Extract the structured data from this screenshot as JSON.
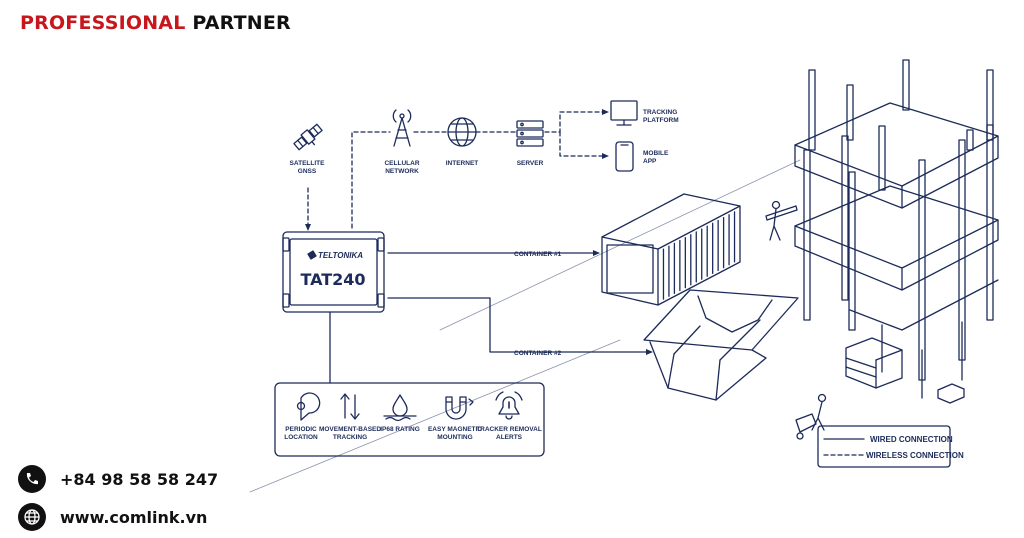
{
  "header": {
    "brand_part1": "PROFESSIONAL",
    "brand_part2": "PARTNER"
  },
  "contact": {
    "phone": "+84 98 58 58 247",
    "website": "www.comlink.vn"
  },
  "colors": {
    "brand_red": "#c8161d",
    "diagram_navy": "#1c2b5a",
    "text_dark": "#111111"
  },
  "diagram": {
    "satellite_line1": "SATELLITE",
    "satellite_line2": "GNSS",
    "cellular_line1": "CELLULAR",
    "cellular_line2": "NETWORK",
    "internet": "INTERNET",
    "server": "SERVER",
    "tracking_line1": "TRACKING",
    "tracking_line2": "PLATFORM",
    "mobile_line1": "MOBILE",
    "mobile_line2": "APP",
    "device_brand": "TELTONIKA",
    "device_model": "TAT240",
    "container1": "CONTAINER #1",
    "container2": "CONTAINER #2",
    "features": [
      {
        "line1": "PERIODIC",
        "line2": "LOCATION",
        "icon": "location-pin-icon"
      },
      {
        "line1": "MOVEMENT-BASED",
        "line2": "TRACKING",
        "icon": "movement-arrows-icon"
      },
      {
        "line1": "IP68 RATING",
        "line2": "",
        "icon": "water-drop-icon"
      },
      {
        "line1": "EASY MAGNETIC",
        "line2": "MOUNTING",
        "icon": "magnet-icon"
      },
      {
        "line1": "TRACKER REMOVAL",
        "line2": "ALERTS",
        "icon": "alert-bell-icon"
      }
    ],
    "legend": {
      "wired": "WIRED CONNECTION",
      "wireless": "WIRELESS CONNECTION"
    }
  }
}
